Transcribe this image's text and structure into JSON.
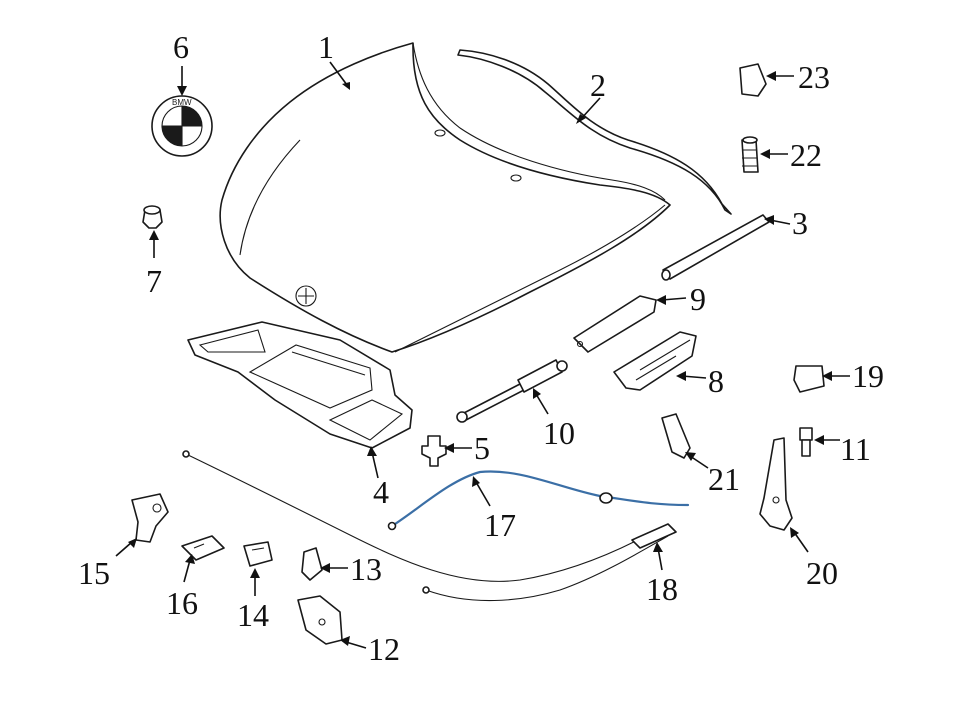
{
  "colors": {
    "line": "#1a1a1a",
    "highlight": "#3b6fa6",
    "background": "#ffffff"
  },
  "callouts": [
    {
      "id": "c1",
      "label": "1"
    },
    {
      "id": "c2",
      "label": "2"
    },
    {
      "id": "c3",
      "label": "3"
    },
    {
      "id": "c4",
      "label": "4"
    },
    {
      "id": "c5",
      "label": "5"
    },
    {
      "id": "c6",
      "label": "6"
    },
    {
      "id": "c7",
      "label": "7"
    },
    {
      "id": "c8",
      "label": "8"
    },
    {
      "id": "c9",
      "label": "9"
    },
    {
      "id": "c10",
      "label": "10"
    },
    {
      "id": "c11",
      "label": "11"
    },
    {
      "id": "c12",
      "label": "12"
    },
    {
      "id": "c13",
      "label": "13"
    },
    {
      "id": "c14",
      "label": "14"
    },
    {
      "id": "c15",
      "label": "15"
    },
    {
      "id": "c16",
      "label": "16"
    },
    {
      "id": "c17",
      "label": "17"
    },
    {
      "id": "c18",
      "label": "18"
    },
    {
      "id": "c19",
      "label": "19"
    },
    {
      "id": "c20",
      "label": "20"
    },
    {
      "id": "c21",
      "label": "21"
    },
    {
      "id": "c22",
      "label": "22"
    },
    {
      "id": "c23",
      "label": "23"
    }
  ],
  "emblem_text": "BMW"
}
